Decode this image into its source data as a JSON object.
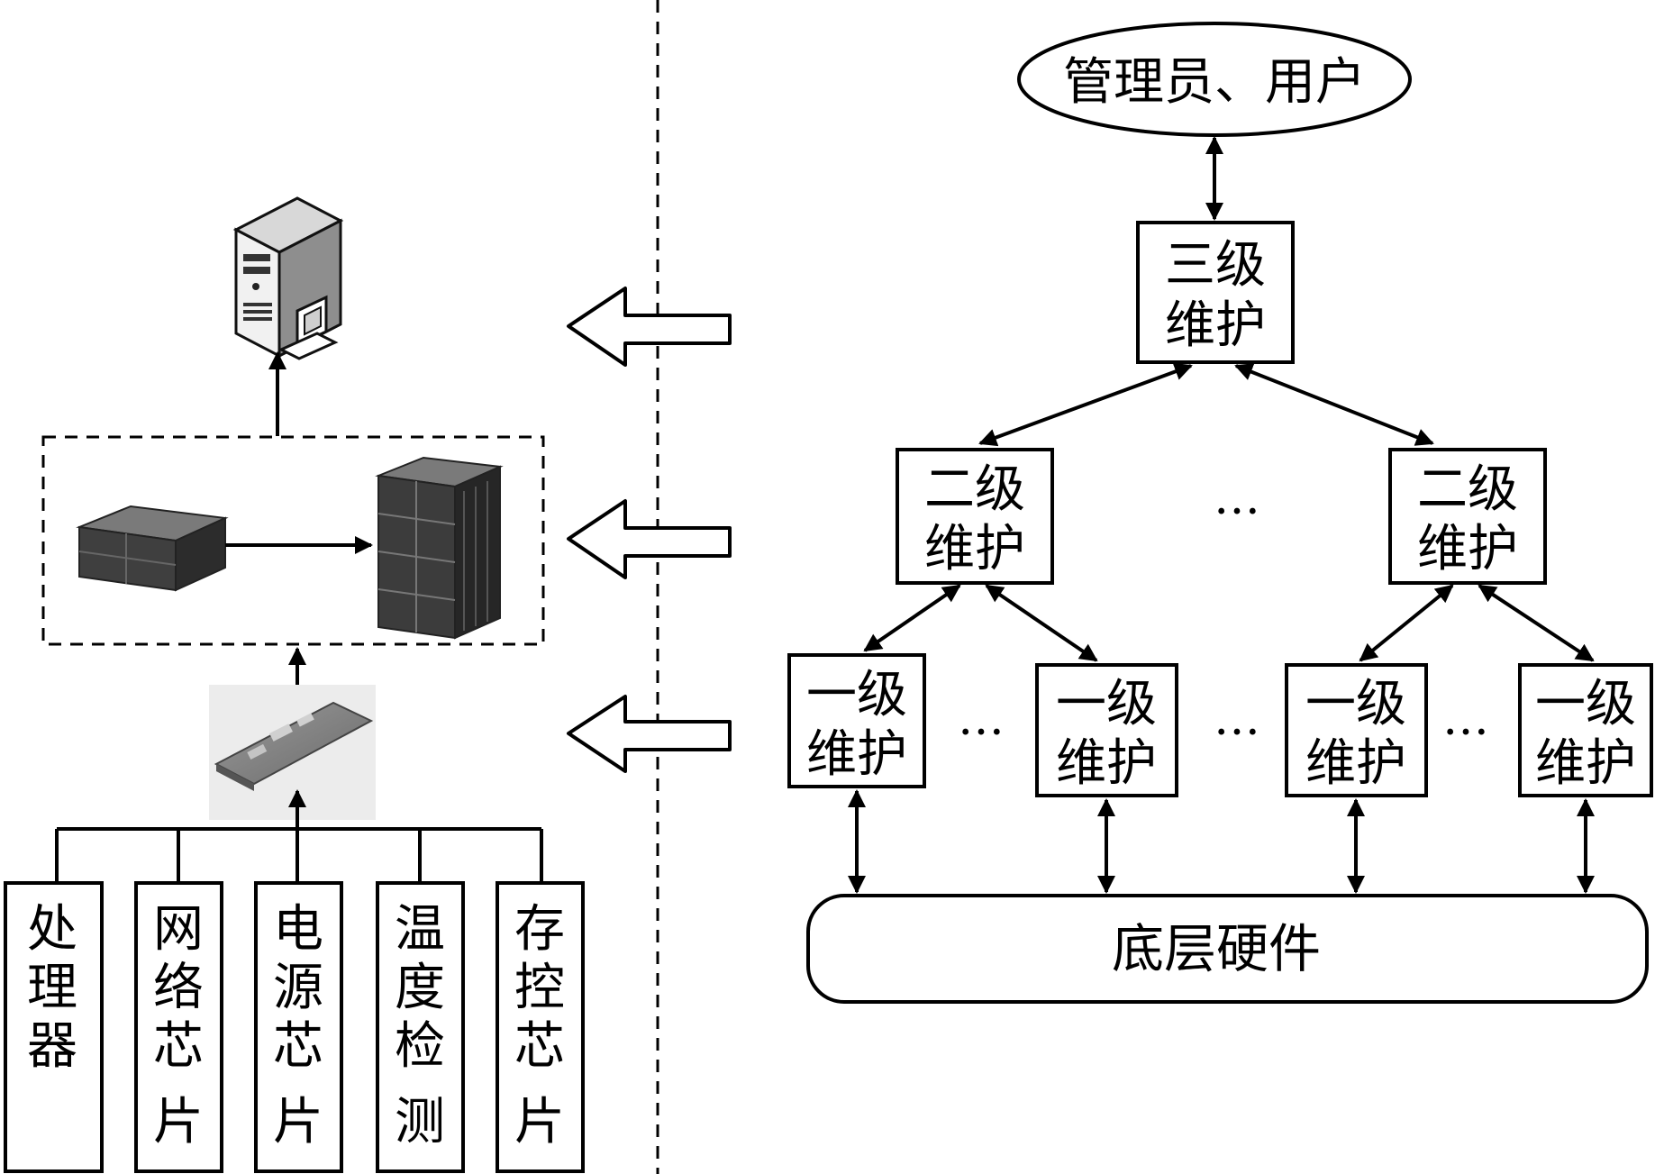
{
  "right": {
    "top_node": "管理员、用户",
    "level3": [
      "三级",
      "维护"
    ],
    "level2": [
      [
        "二级",
        "维护"
      ],
      [
        "二级",
        "维护"
      ]
    ],
    "level1": [
      [
        "一级",
        "维护"
      ],
      [
        "一级",
        "维护"
      ],
      [
        "一级",
        "维护"
      ],
      [
        "一级",
        "维护"
      ]
    ],
    "ellipsis": "…",
    "bottom_node": "底层硬件"
  },
  "left": {
    "components": [
      [
        "处",
        "理",
        "器"
      ],
      [
        "网",
        "络",
        "芯",
        "片"
      ],
      [
        "电",
        "源",
        "芯",
        "片"
      ],
      [
        "温",
        "度",
        "检",
        "测"
      ],
      [
        "存",
        "控",
        "芯",
        "片"
      ]
    ],
    "icons": {
      "server": "server-computer-icon",
      "small_rack": "small-rack-icon",
      "tall_rack": "tall-rack-icon",
      "board": "circuit-board-icon"
    }
  }
}
